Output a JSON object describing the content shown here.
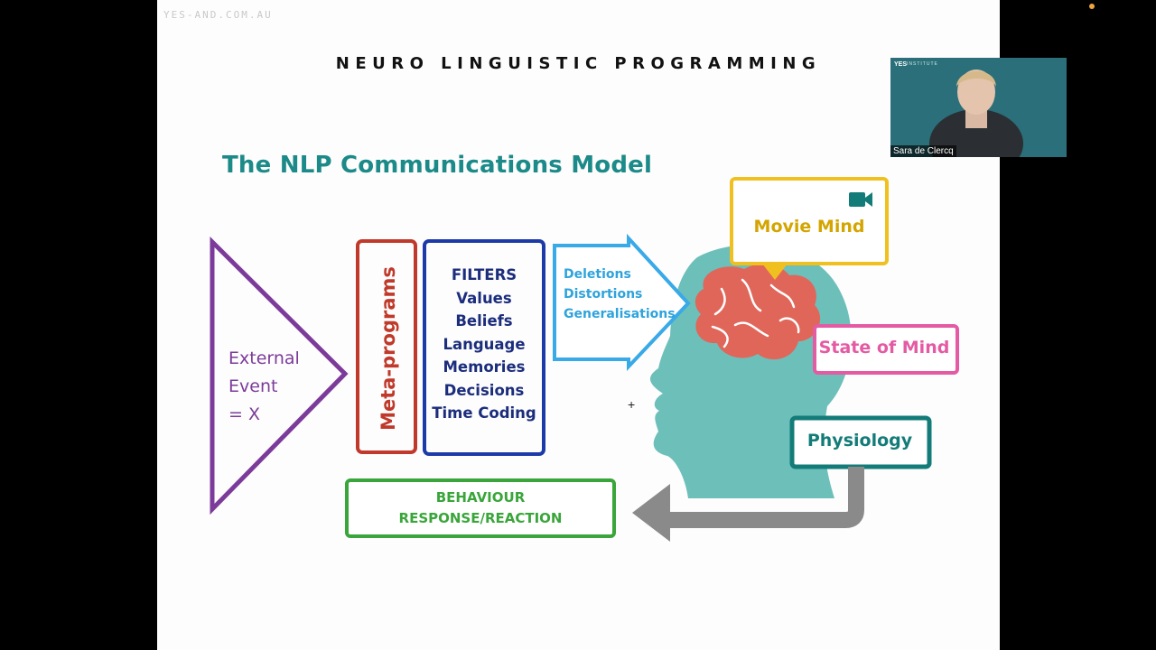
{
  "slide": {
    "watermark": "YES-AND.COM.AU",
    "header": "NEURO LINGUISTIC PROGRAMMING",
    "title": "The NLP Communications Model",
    "external_event": [
      "External",
      "Event",
      "= X"
    ],
    "meta_programs": "Meta-programs",
    "filters": [
      "FILTERS",
      "Values",
      "Beliefs",
      "Language",
      "Memories",
      "Decisions",
      "Time Coding"
    ],
    "processes": [
      "Deletions",
      "Distortions",
      "Generalisations"
    ],
    "movie_mind": "Movie Mind",
    "state_of_mind": "State of Mind",
    "physiology": "Physiology",
    "behaviour": [
      "BEHAVIOUR",
      "RESPONSE/REACTION"
    ],
    "icons": [
      "video-camera-icon",
      "brain-icon",
      "head-silhouette"
    ],
    "colors": {
      "external": "#7c3b9a",
      "meta": "#c0392b",
      "filters": "#1b2d7c",
      "processes": "#2ea3dc",
      "movie": "#f0c020",
      "state": "#e45aa3",
      "physiology": "#137c78",
      "behaviour": "#3aa53a",
      "head": "#6dbfba",
      "brain": "#e0665a",
      "arrow": "#8a8a8a",
      "title": "#1b8a88"
    }
  },
  "webcam": {
    "name": "Sara de Clercq",
    "logo": "YES",
    "logo_sub": "INSTITUTE"
  }
}
